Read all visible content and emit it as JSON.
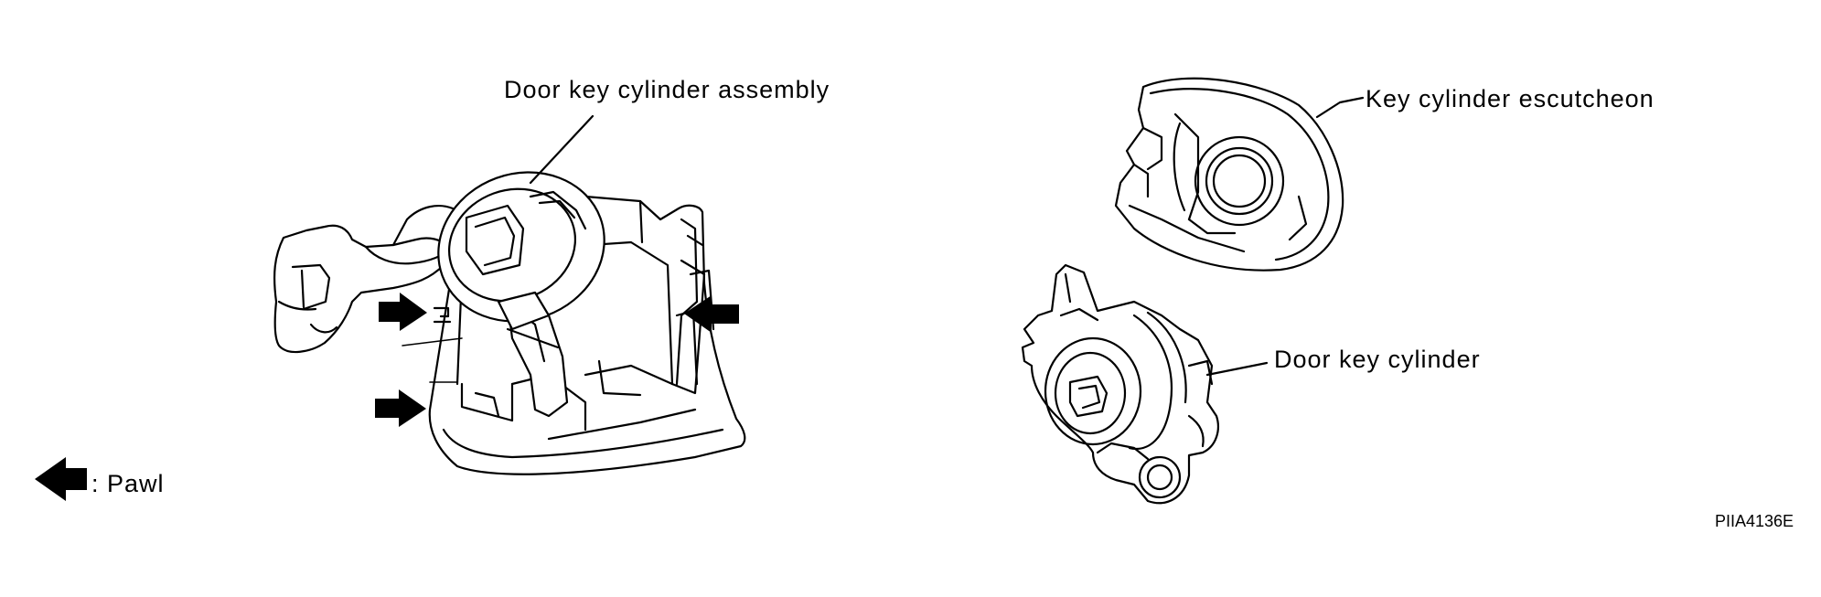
{
  "labels": {
    "assembly": "Door key cylinder assembly",
    "escutcheon": "Key cylinder escutcheon",
    "cylinder": "Door key cylinder",
    "legend": ": Pawl",
    "figure_code": "PIIA4136E"
  },
  "icons": {
    "pawl_arrow": "pawl-arrow-icon"
  }
}
